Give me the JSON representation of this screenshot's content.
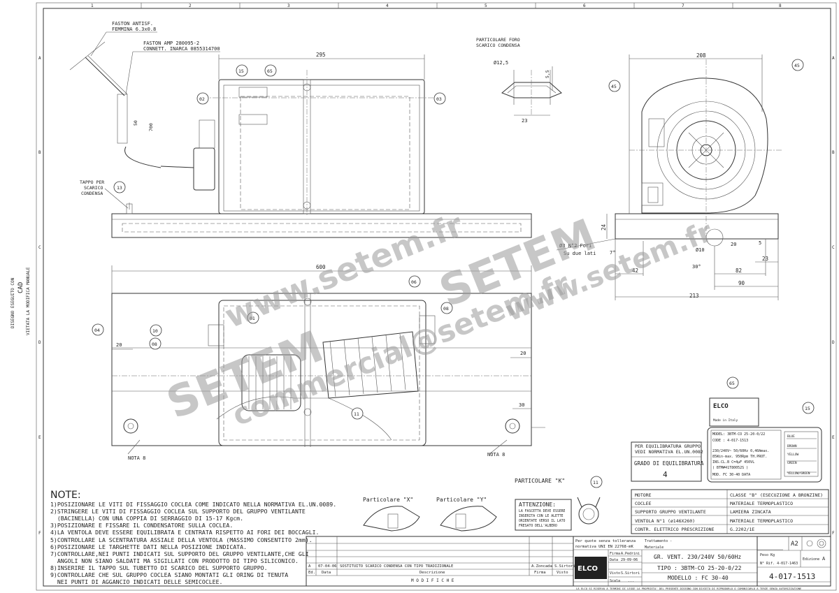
{
  "frame": {
    "columns": [
      "1",
      "2",
      "3",
      "4",
      "5",
      "6",
      "7",
      "8"
    ],
    "rows": [
      "A",
      "B",
      "C",
      "D",
      "E",
      "F"
    ],
    "side_text": [
      "DISEGNO ESEGUITO CON",
      "CAD",
      "VIETATA LA MODIFICA MANUALE"
    ]
  },
  "callouts": {
    "faston_antisf": [
      "FASTON ANTISF.",
      "FEMMINA 6.3x0.8"
    ],
    "faston_amp": [
      "FASTON AMP 280095-2",
      "CONNETT. INARCA 0855314700"
    ],
    "tappo": [
      "TAPPO PER",
      "SCARICO",
      "CONDENSA"
    ],
    "particolare_foro": [
      "PARTICOLARE FORO",
      "SCARICO CONDENSA"
    ],
    "fori": [
      "Ø3 N°2 Fori",
      "Su due lati"
    ],
    "nota8": "NOTA 8",
    "particolare_k": "PARTICOLARE \"K\"",
    "particolare_x": "Particolare \"X\"",
    "particolare_y": "Particolare \"Y\""
  },
  "dimensions": {
    "d295": "295",
    "d600": "600",
    "d208": "208",
    "d213": "213",
    "d90": "90",
    "d82": "82",
    "d42": "42",
    "d24": "24",
    "d23a": "23",
    "d23b": "23",
    "d20a": "20",
    "d20b": "20",
    "d20c": "20",
    "d30": "30",
    "d30deg": "30°",
    "d7deg": "7°",
    "d5": "5",
    "d50": "50",
    "d700": "700",
    "d125": "Ø12,5",
    "d55": "5,5",
    "d10": "Ø10"
  },
  "bubbles": [
    "01",
    "02",
    "03",
    "04",
    "06",
    "08",
    "10",
    "11",
    "13",
    "15",
    "45",
    "65"
  ],
  "watermark": {
    "url": "www.setem.fr",
    "brand": "SETEM",
    "mail": "commercial@setem.fr"
  },
  "label_65": {
    "brand": "ELCO",
    "made": "Made in Italy"
  },
  "label_15": {
    "lines": [
      "MODEL: 3BTM-CO 25-20-0/22",
      "CODE : 4-017-1513",
      "230/240V~  50/60Hz  0,40Amax.",
      "85Win-max.  950Rpm    TH.PROT.",
      "INS.CL.B    C=4μF    450VL",
      "( BTM#41T80052S )",
      "MOD. FC 30-40   DATA"
    ],
    "wires": [
      "BLUE",
      "BROWN",
      "YELLOW",
      "GREEN",
      "YELLOW/GREEN"
    ]
  },
  "equilibratura": {
    "text": [
      "PER EQUILIBRATURA GRUPPO",
      "VEDI NORMATIVA EL.UN.0082"
    ],
    "grade_label": "GRADO DI EQUILIBRATURA",
    "grade_value": "4"
  },
  "attenzione": {
    "title": "ATTENZIONE:",
    "lines": [
      "LA FASCETTA DEVE ESSERE",
      "INSERITA CON LE ALETTE",
      "ORIENTATE VERSO IL LATO",
      "FRESATO DELL'ALBERO"
    ]
  },
  "materials": [
    [
      "MOTORE",
      "CLASSE \"B\" (ESECUZIONE A BRONZINE)"
    ],
    [
      "COCLEE",
      "MATERIALE TERMOPLASTICO"
    ],
    [
      "SUPPORTO GRUPPO VENTILANTE",
      "LAMIERA ZINCATA"
    ],
    [
      "VENTOLA N°1 (ø146X260)",
      "MATERIALE TERMOPLASTICO"
    ],
    [
      "CONTR. ELETTRICO  PRESCRIZIONE",
      "G.2202/1E"
    ]
  ],
  "notes": {
    "title": "NOTE:",
    "items": [
      "1)POSIZIONARE LE VITI DI FISSAGGIO COCLEA COME INDICATO NELLA NORMATIVA EL.UN.0089.",
      "2)STRINGERE LE VITI DI FISSAGGIO COCLEA SUL SUPPORTO DEL GRUPPO VENTILANTE",
      "  (BACINELLA) CON UNA COPPIA DI SERRAGGIO DI 15-17 Kgcm.",
      "3)POSIZIONARE E FISSARE IL CONDENSATORE SULLA COCLEA.",
      "4)LA VENTOLA DEVE ESSERE EQUILIBRATA E CENTRATA RISPETTO AI FORI DEI BOCCAGLI.",
      "5)CONTROLLARE LA SCENTRATURA ASSIALE DELLA VENTOLA (MASSIMO CONSENTITO 2mm).",
      "6)POSIZIONARE LE TARGHETTE DATI NELLA POSIZIONE INDICATA.",
      "7)CONTROLLARE,NEI PUNTI INDICATI SUL SUPPORTO DEL GRUPPO VENTILANTE,CHE GLI",
      "  ANGOLI NON SIANO SALDATI MA SIGILLATI CON PRODOTTO DI TIPO SILICONICO.",
      "8)INSERIRE IL TAPPO SUL TUBETTO DI SCARICO DEL SUPPORTO GRUPPO.",
      "9)CONTROLLARE CHE SUL GRUPPO COCLEA SIANO MONTATI GLI ORING DI TENUTA",
      "  NEI PUNTI DI AGGANCIO INDICATI DELLE SEMICOCLEE."
    ]
  },
  "revision": {
    "row_a": [
      "A",
      "07-04-06",
      "SOSTITUITO SCARICO CONDENSA CON TIPO TRADIZIONALE",
      "A.Zoncada",
      "S.Sirtori"
    ],
    "headers": [
      "Ed.",
      "Data",
      "Descrizione",
      "Firma",
      "Visto"
    ],
    "modifiche": "M O D I F I C H E"
  },
  "title_block": {
    "tolerance": [
      "Per quote senza tolleranza",
      "normativa UNI EN 22768-mK"
    ],
    "firma": "Firma",
    "firma_val": "A.Pedrini",
    "data": "Data",
    "data_val": "29-09-06",
    "visto": "Visto",
    "visto_val": "S.Sirtori",
    "scala": "Scala",
    "scala_val": "...",
    "trattamento": "Trattamento  -",
    "materiale": "Materiale",
    "logo": "ELCO",
    "title1": "GR. VENT. 230/240V  50/60Hz",
    "title2": "TIPO : 3BTM-CO 25-20-0/22",
    "title3": "MODELLO : FC 30-40",
    "format": "A2",
    "peso": "Peso Kg",
    "rif": "N° Rif. 4-017-1463",
    "edizione": "Edizione",
    "edizione_val": "A",
    "code": "4-017-1513",
    "copyright": "LA ELCO SI RISERVA A TERMINI DI LEGGE LA PROPRIETA' DEL PRESENTE DISEGNO CON DIVIETO DI RIPRODURLO O COMUNICARLO A TERZE SENZA AUTORIZZAZIONE"
  }
}
